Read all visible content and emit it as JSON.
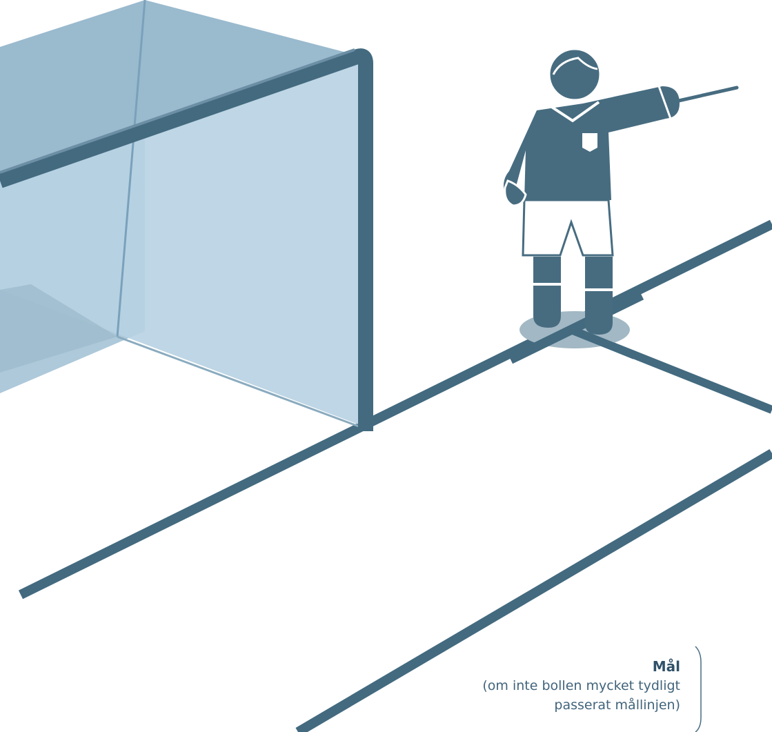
{
  "caption": {
    "title": "Mål",
    "line1": "(om inte bollen mycket tydligt",
    "line2": "passerat mållinjen)"
  },
  "colors": {
    "line": "#436a7f",
    "referee": "#476c80",
    "glass_dark": "#8fb2c9",
    "glass_light": "#b7d1e2",
    "shadow": "#a2b8c4",
    "text": "#41647c"
  },
  "icons": [
    "referee-figure",
    "goal-frame",
    "pitch-lines"
  ]
}
